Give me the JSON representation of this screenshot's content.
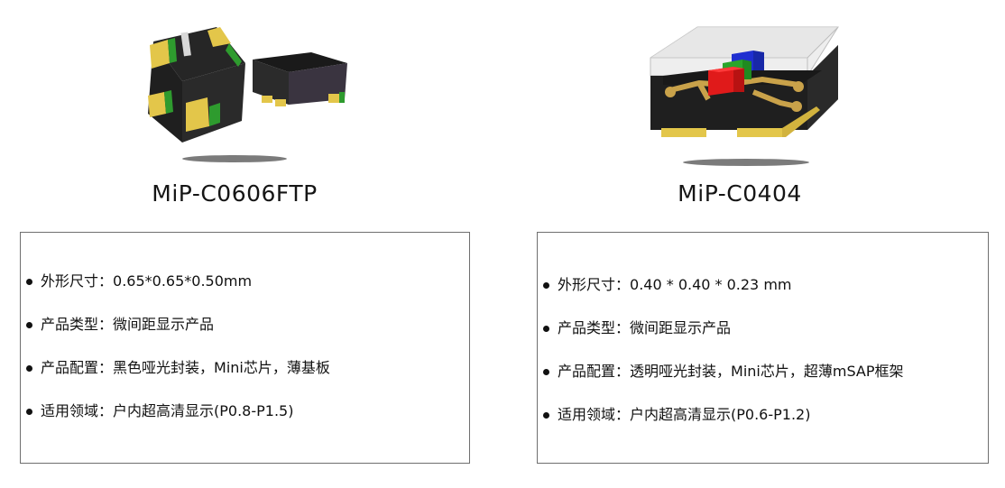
{
  "products": [
    {
      "title": "MiP-C0606FTP",
      "specs": [
        {
          "label": "外形尺寸：",
          "value": "0.65*0.65*0.50mm"
        },
        {
          "label": "产品类型：",
          "value": "微间距显示产品"
        },
        {
          "label": "产品配置：",
          "value": "黑色哑光封装，Mini芯片，薄基板"
        },
        {
          "label": "适用领域：",
          "value": "户内超高清显示(P0.8-P1.5)"
        }
      ]
    },
    {
      "title": "MiP-C0404",
      "specs": [
        {
          "label": "外形尺寸：",
          "value": "0.40 * 0.40 * 0.23 mm"
        },
        {
          "label": "产品类型：",
          "value": "微间距显示产品"
        },
        {
          "label": "产品配置：",
          "value": "透明哑光封装，Mini芯片，超薄mSAP框架"
        },
        {
          "label": "适用领域：",
          "value": "户内超高清显示(P0.6-P1.2)"
        }
      ]
    }
  ],
  "colors": {
    "package_black": "#1f1f1f",
    "pad_yellow": "#e3c64a",
    "pad_green": "#2e9b2e",
    "led_red": "#e01a1a",
    "led_green": "#2aa52a",
    "led_blue": "#1f2fd0",
    "gold_trace": "#c9a24a",
    "clear_shell": "#d9d9d9"
  }
}
